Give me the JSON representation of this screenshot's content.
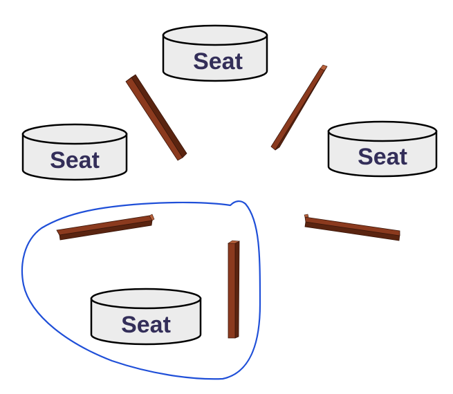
{
  "colors": {
    "seat_fill": "#ececec",
    "seat_stroke": "#000000",
    "seat_label": "#332e59",
    "chopstick_face": "#8b3a1e",
    "chopstick_dark": "#5a2410",
    "chopstick_light": "#b8623c",
    "highlight": "#1f4fd8"
  },
  "seats": [
    {
      "label": "Seat"
    },
    {
      "label": "Seat"
    },
    {
      "label": "Seat"
    },
    {
      "label": "Seat"
    }
  ],
  "chopsticks": [
    {
      "name": "chopstick-top-left"
    },
    {
      "name": "chopstick-top-right"
    },
    {
      "name": "chopstick-right"
    },
    {
      "name": "chopstick-left"
    },
    {
      "name": "chopstick-bottom-vertical"
    }
  ],
  "highlight_loop": {
    "encloses": "bottom-seat-with-two-chopsticks"
  }
}
